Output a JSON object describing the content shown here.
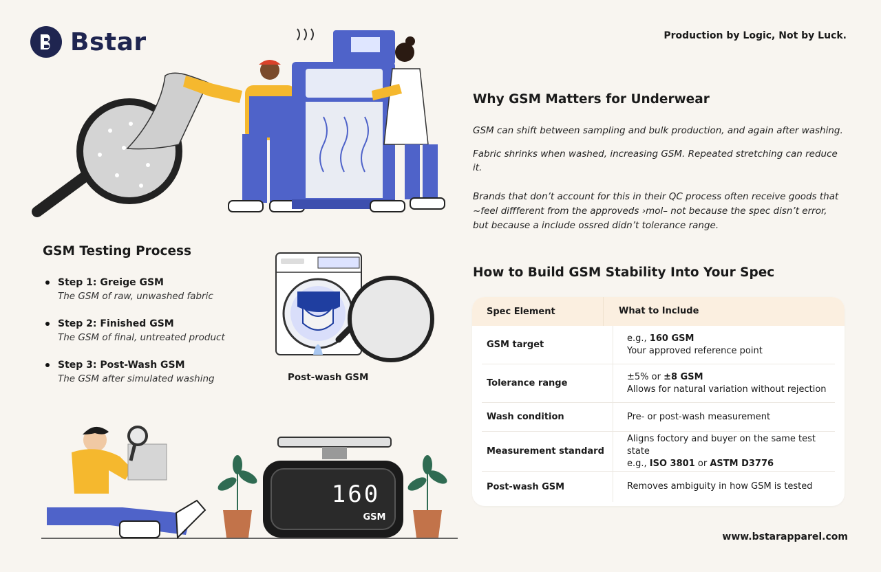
{
  "brand": {
    "name": "Bstar",
    "tagline": "Production by Logic, Not by Luck.",
    "website": "www.bstarapparel.com",
    "color": "#1f2550"
  },
  "why": {
    "title": "Why GSM Matters for Underwear",
    "p1": "GSM can shift between sampling and bulk production, and again after washing.",
    "p2": "Fabric shrinks when washed, increasing GSM. Repeated stretching can reduce it.",
    "p3": "Brands that don’t account for this in their QC process often receive goods that ~feel diffferent from the approveds ›mol– not because the spec disn’t error, but because a include ossred didn’t tolerance range."
  },
  "process": {
    "title": "GSM Testing Process",
    "steps": [
      {
        "title": "Step 1: Greige GSM",
        "desc": "The GSM of raw, unwashed fabric"
      },
      {
        "title": "Step 2: Finished GSM",
        "desc": "The GSM of final, untreated product"
      },
      {
        "title": "Step 3: Post-Wash GSM",
        "desc": "The GSM after simulated washing"
      }
    ],
    "postwash_label": "Post-wash GSM"
  },
  "spec": {
    "title": "How to Build GSM Stability Into Your Spec",
    "headers": [
      "Spec Element",
      "What to Include"
    ],
    "rows": [
      {
        "element": "GSM target",
        "line1_pre": "e.g., ",
        "line1_bold": "160 GSM",
        "line2": "Your approved reference point"
      },
      {
        "element": "Tolerance range",
        "line1_pre": "±5% or ",
        "line1_bold": "±8 GSM",
        "line2": "Allows for natural variation without rejection"
      },
      {
        "element": "Wash condition",
        "line1_pre": "Pre- or post-wash measurement",
        "line1_bold": "",
        "line2": ""
      },
      {
        "element": "Measurement standard",
        "line1_pre": "Aligns foctory and buyer on the same test state",
        "line1_bold": "",
        "line2_pre": "e.g., ",
        "line2_b1": "ISO 3801",
        "line2_mid": " or ",
        "line2_b2": "ASTM D3776"
      },
      {
        "element": "Post-wash GSM",
        "line1_pre": "Removes ambiguity in how GSM is tested",
        "line1_bold": "",
        "line2": ""
      }
    ]
  },
  "scale": {
    "reading": "160",
    "unit": "GSM"
  },
  "icons": [
    "logo-icon",
    "magnifier-icon",
    "gsm-machine-icon",
    "washing-machine-icon",
    "digital-scale-icon",
    "plant-icon"
  ],
  "colors": {
    "accent_yellow": "#f5b82e",
    "accent_blue": "#4f63c9",
    "table_header": "#fbefe0"
  }
}
